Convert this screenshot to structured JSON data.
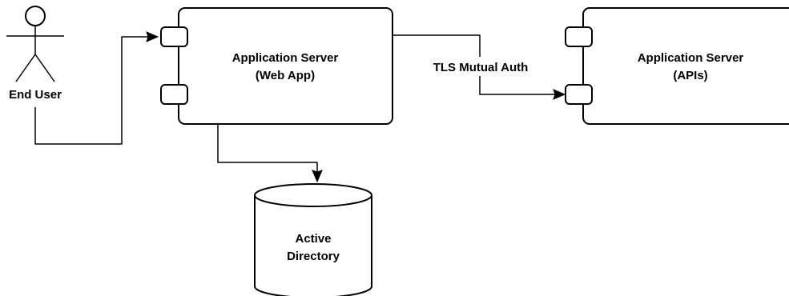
{
  "diagram": {
    "actor": {
      "label": "End User"
    },
    "web_server": {
      "label_line1": "Application Server",
      "label_line2": "(Web App)"
    },
    "api_server": {
      "label_line1": "Application Server",
      "label_line2": "(APIs)"
    },
    "directory": {
      "label_line1": "Active",
      "label_line2": "Directory"
    },
    "connection": {
      "label": "TLS Mutual Auth"
    }
  },
  "colors": {
    "stroke": "#000000",
    "fill": "#ffffff",
    "text": "#000000"
  }
}
